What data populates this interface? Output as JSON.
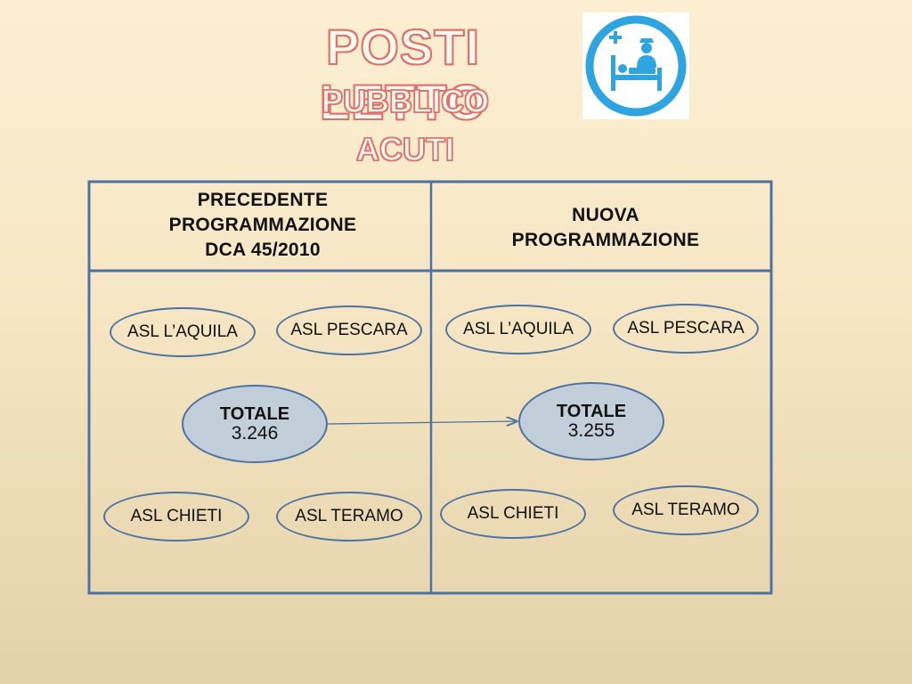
{
  "title": {
    "main": "POSTI LETTO",
    "line2": "PUBBLICO",
    "line3": "ACUTI"
  },
  "logo": {
    "icon": "hospital-bed-icon",
    "color": "#2ea4e0"
  },
  "left": {
    "header": [
      "PRECEDENTE",
      "PROGRAMMAZIONE",
      "DCA 45/2010"
    ],
    "nodes": {
      "aquila": "ASL L’AQUILA",
      "pescara": "ASL PESCARA",
      "chieti": "ASL CHIETI",
      "teramo": "ASL TERAMO"
    },
    "total": {
      "label": "TOTALE",
      "value": "3.246"
    }
  },
  "right": {
    "header": [
      "NUOVA",
      "PROGRAMMAZIONE"
    ],
    "nodes": {
      "aquila": "ASL L’AQUILA",
      "pescara": "ASL PESCARA",
      "chieti": "ASL CHIETI",
      "teramo": "ASL TERAMO"
    },
    "total": {
      "label": "TOTALE",
      "value": "3.255"
    }
  },
  "colors": {
    "border": "#4c73a3",
    "title_outline": "#e0706a",
    "total_fill": "#c3cedb"
  }
}
